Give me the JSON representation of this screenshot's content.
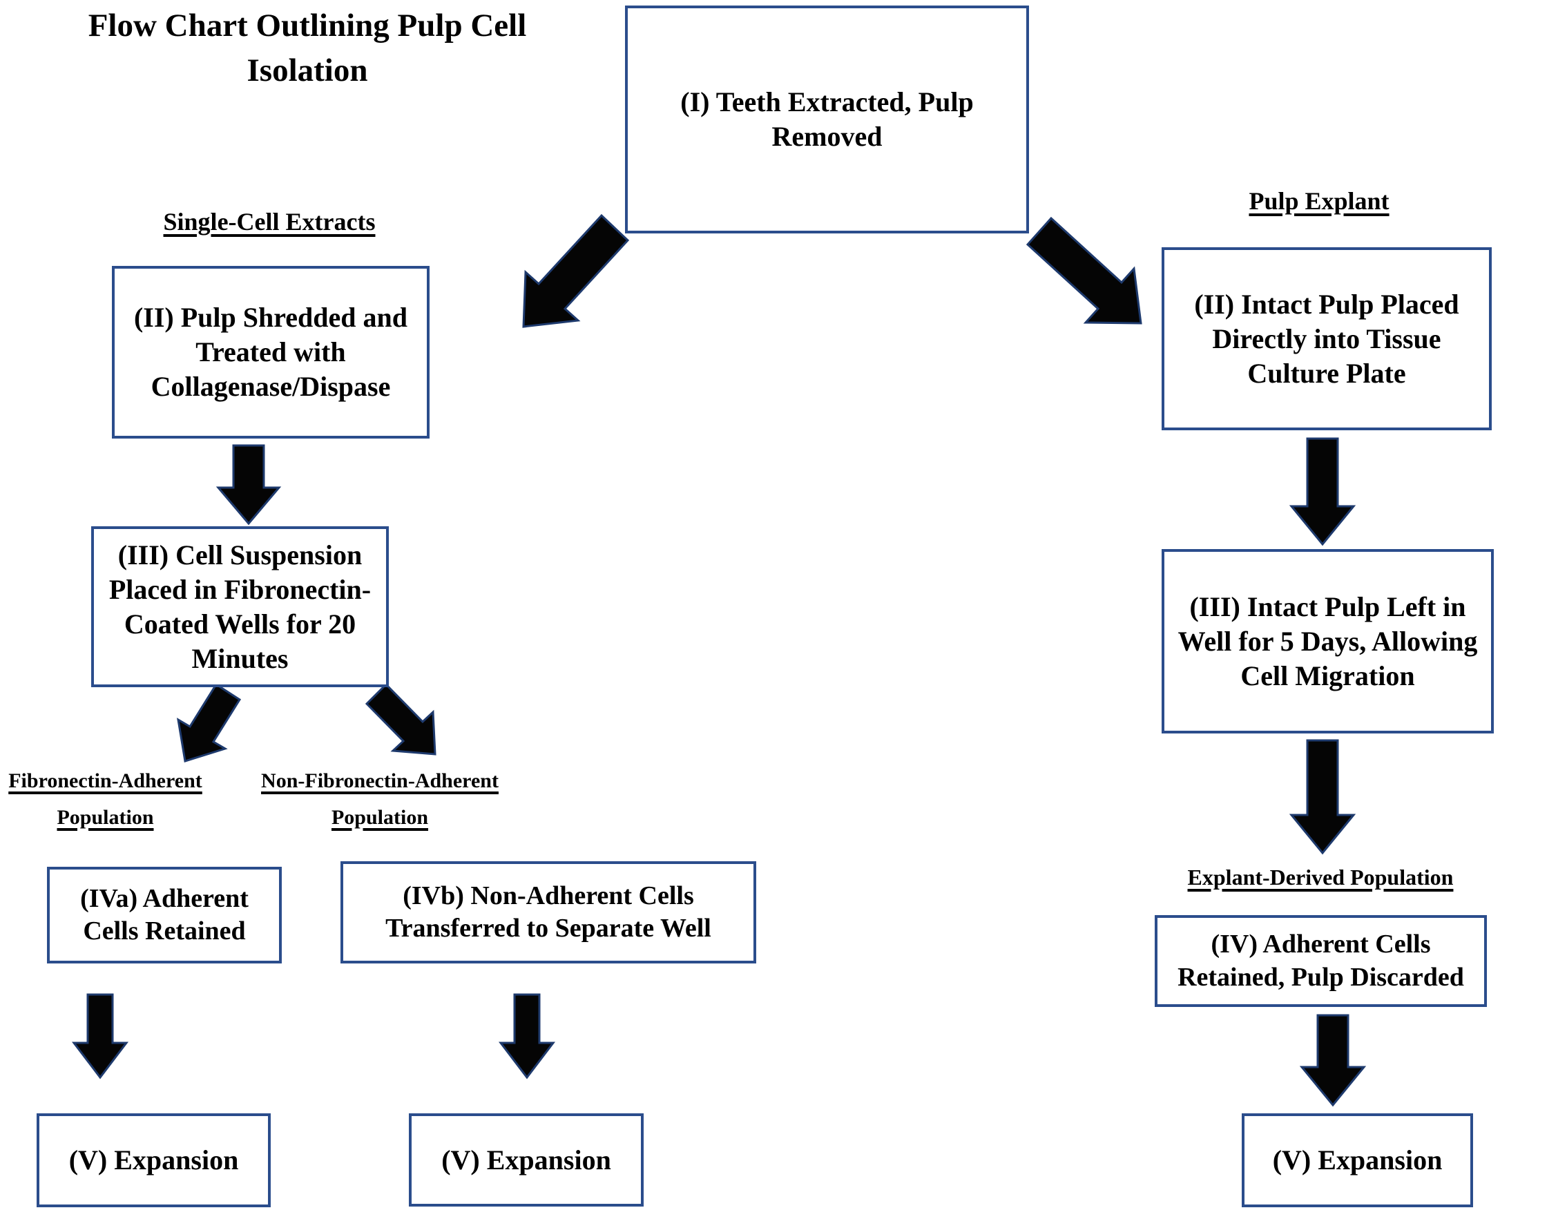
{
  "title": "Flow Chart Outlining Pulp Cell Isolation",
  "root_step": "(I) Teeth Extracted, Pulp Removed",
  "branches": {
    "single_cell": {
      "heading": "Single-Cell Extracts",
      "step2": "(II) Pulp Shredded and Treated with Collagenase/Dispase",
      "step3": "(III) Cell Suspension Placed in Fibronectin-Coated Wells for 20 Minutes",
      "adherent": {
        "heading": "Fibronectin-Adherent Population",
        "step4": "(IVa) Adherent Cells Retained",
        "step5": "(V) Expansion"
      },
      "non_adherent": {
        "heading": "Non-Fibronectin-Adherent Population",
        "step4": "(IVb) Non-Adherent Cells Transferred to Separate Well",
        "step5": "(V) Expansion"
      }
    },
    "explant": {
      "heading": "Pulp Explant",
      "step2": "(II) Intact Pulp Placed Directly into Tissue Culture Plate",
      "step3": "(III) Intact Pulp Left in Well for 5 Days, Allowing Cell Migration",
      "population_heading": "Explant-Derived Population",
      "step4": "(IV) Adherent Cells Retained, Pulp Discarded",
      "step5": "(V) Expansion"
    }
  },
  "colors": {
    "background": "#ffffff",
    "box_border": "#2b4d8c",
    "arrow_fill": "#050505",
    "arrow_outline": "#1e3a6d",
    "text": "#000000"
  }
}
